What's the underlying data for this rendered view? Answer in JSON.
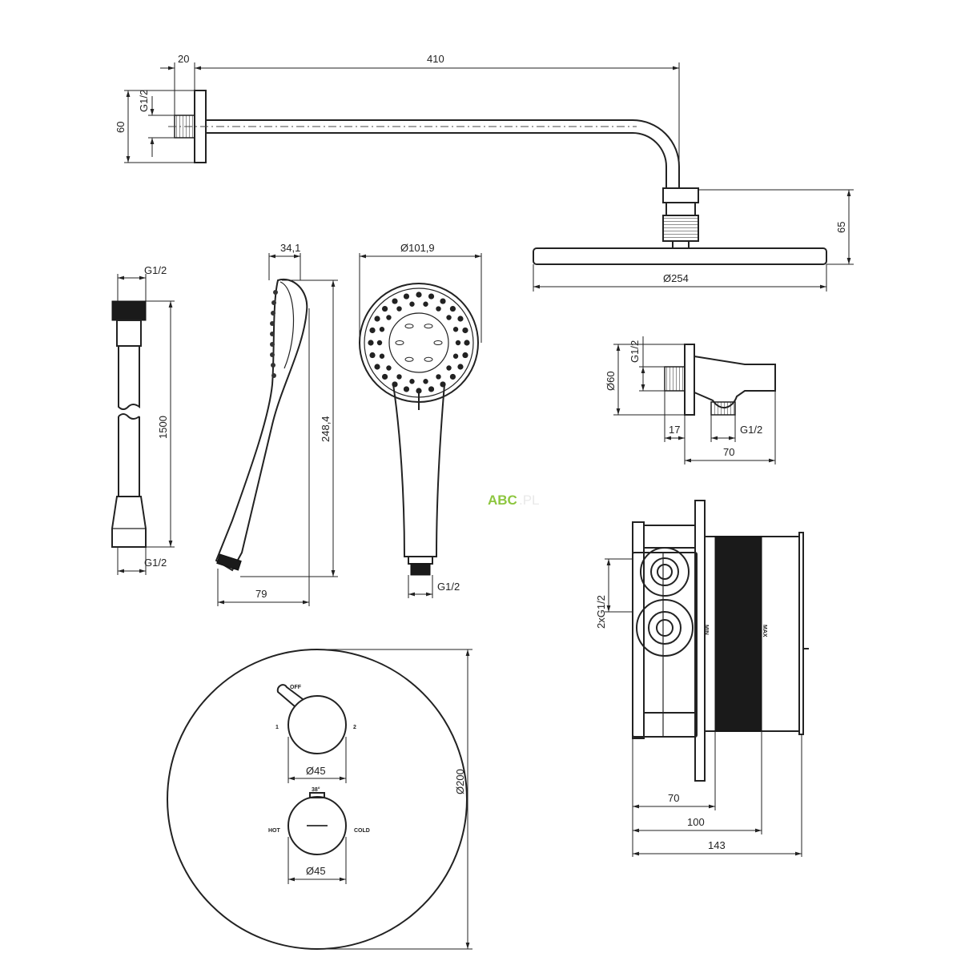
{
  "watermark": {
    "brand": "ABC",
    "suffix": ".PL",
    "color": "#8dc63f"
  },
  "shower_arm": {
    "dim_offset": "20",
    "dim_length": "410",
    "dim_thread": "G1/2",
    "dim_flange": "60"
  },
  "overhead_shower": {
    "dim_height": "65",
    "dim_diameter": "Ø254"
  },
  "hose": {
    "dim_top_thread": "G1/2",
    "dim_length": "1500",
    "dim_bottom_thread": "G1/2"
  },
  "handshower_side": {
    "dim_depth": "34,1",
    "dim_length": "248,4",
    "dim_width": "79"
  },
  "handshower_front": {
    "dim_diameter": "Ø101,9",
    "dim_thread": "G1/2"
  },
  "wall_elbow": {
    "dim_thread_in": "G1/2",
    "dim_flange": "Ø60",
    "dim_nipple": "17",
    "dim_thread_out": "G1/2",
    "dim_length": "70"
  },
  "mixer_plate": {
    "diverter": {
      "label_off": "OFF",
      "label_1": "1",
      "label_2": "2",
      "dim_diameter": "Ø45"
    },
    "thermostat": {
      "label_temp": "38°",
      "label_hot": "HOT",
      "label_cold": "COLD",
      "dim_diameter": "Ø45"
    },
    "dim_plate": "Ø200"
  },
  "concealed_box": {
    "dim_ports": "2xG1/2",
    "label_min": "MIN",
    "label_max": "MAX",
    "dim_min": "70",
    "dim_max": "100",
    "dim_total": "143"
  }
}
